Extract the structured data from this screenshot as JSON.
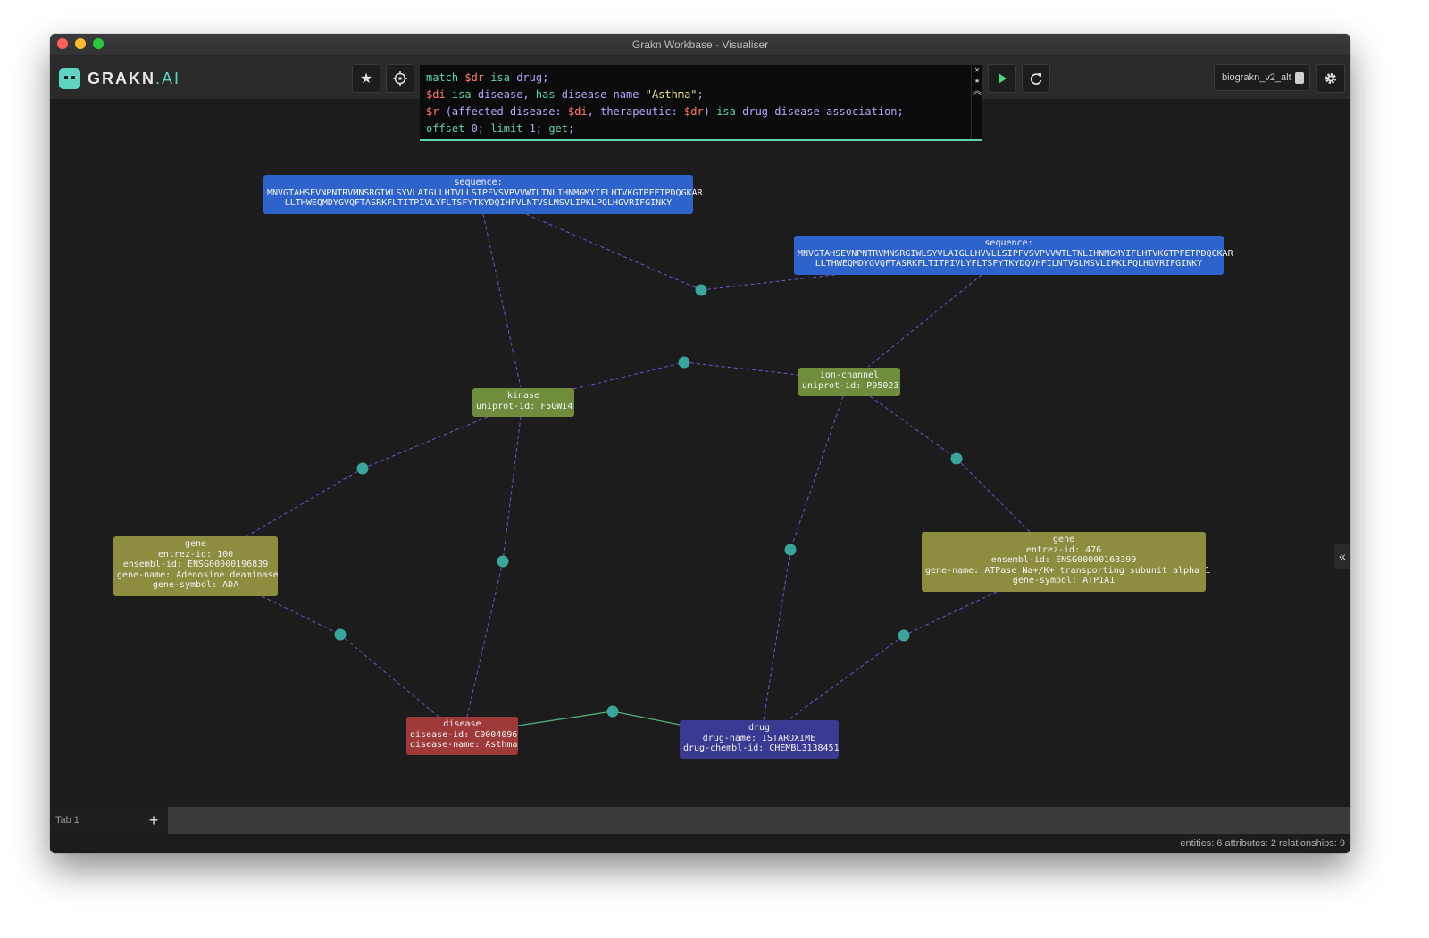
{
  "window": {
    "title": "Grakn Workbase - Visualiser"
  },
  "logo": {
    "text": "GRAKN",
    "suffix": ".AI"
  },
  "toolbar": {
    "favourites_icon": "star-icon",
    "types_icon": "crosshair-icon",
    "run_icon": "play-icon",
    "clear_icon": "refresh-icon",
    "settings_icon": "gear-icon",
    "keyspace": "biograkn_v2_alt"
  },
  "editor": {
    "lines": [
      "match $dr isa drug;",
      "$di isa disease, has disease-name \"Asthma\";",
      "$r (affected-disease: $di, therapeutic: $dr) isa drug-disease-association;",
      "offset 0; limit 1; get;"
    ]
  },
  "graph": {
    "nodes": [
      {
        "id": "seq1",
        "lines": [
          "sequence:",
          "MNVGTAHSEVNPNTRVMNSRGIWLSYVLAIGLLHIVLLSIPFVSVPVVWTLTNLIHNMGMYIFLHTVKGTPFETPDQGKAR",
          "LLTHWEQMDYGVQFTASRKFLTITPIVLYFLTSFYTKYDQIHFVLNTVSLMSVLIPKLPQLHGVRIFGINKY"
        ]
      },
      {
        "id": "seq2",
        "lines": [
          "sequence:",
          "MNVGTAHSEVNPNTRVMNSRGIWLSYVLAIGLLHVVLLSIPFVSVPVVWTLTNLIHNMGMYIFLHTVKGTPFETPDQGKAR",
          "LLTHWEQMDYGVQFTASRKFLTITPIVLYFLTSFYTKYDQVHFILNTVSLMSVLIPKLPQLHGVRIFGINKY"
        ]
      },
      {
        "id": "kinase",
        "lines": [
          "kinase",
          "uniprot-id: F5GWI4"
        ]
      },
      {
        "id": "ion",
        "lines": [
          "ion-channel",
          "uniprot-id: P05023"
        ]
      },
      {
        "id": "gene1",
        "lines": [
          "gene",
          "entrez-id: 100",
          "ensembl-id: ENSG00000196839",
          "gene-name: Adenosine deaminase",
          "gene-symbol: ADA"
        ]
      },
      {
        "id": "gene2",
        "lines": [
          "gene",
          "entrez-id: 476",
          "ensembl-id: ENSG00000163399",
          "gene-name: ATPase Na+/K+ transporting subunit alpha 1",
          "gene-symbol: ATP1A1"
        ]
      },
      {
        "id": "disease",
        "lines": [
          "disease",
          "disease-id: C0004096",
          "disease-name: Asthma"
        ]
      },
      {
        "id": "drug",
        "lines": [
          "drug",
          "drug-name: ISTAROXIME",
          "drug-chembl-id: CHEMBL3138451"
        ]
      }
    ],
    "edge_color": "#7b4fc9",
    "highlight_edge_color": "#4fb07a",
    "relation_color": "#3aa59a"
  },
  "tabs": [
    {
      "label": "Tab 1"
    }
  ],
  "tab_add": "+",
  "status": {
    "text": "entities: 6  attributes: 2  relationships: 9"
  }
}
